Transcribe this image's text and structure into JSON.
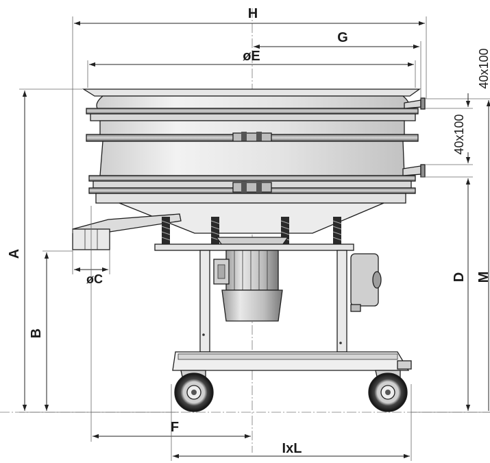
{
  "drawing": {
    "labels": {
      "H": "H",
      "G": "G",
      "E": "øE",
      "A": "A",
      "B": "B",
      "C": "øC",
      "D": "D",
      "M": "M",
      "F": "F",
      "IxL": "IxL",
      "outlet_top": "40x100",
      "outlet_bottom": "40x100"
    }
  }
}
